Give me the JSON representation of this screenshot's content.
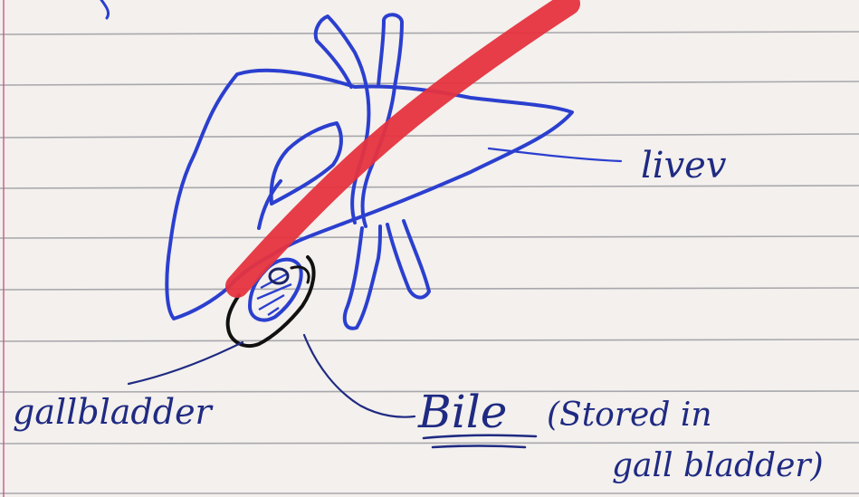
{
  "labels": {
    "liver": "livev",
    "gallbladder": "gallbladder",
    "bile": "Bile",
    "bile_note_line1": "(Stored in",
    "bile_note_line2": "gall bladder)"
  },
  "colors": {
    "paper": "#f3f0ed",
    "rule_line": "#8f8f96",
    "margin_line": "#c75b8a",
    "liver_ink": "#2b3fcf",
    "label_ink": "#1f2a82",
    "gallbladder_ink": "#111111",
    "strike_mark": "#e5333f"
  },
  "icons": {
    "liver_drawing": "liver-sketch",
    "gallbladder_drawing": "gallbladder-sketch",
    "strike": "red-strike-line"
  }
}
